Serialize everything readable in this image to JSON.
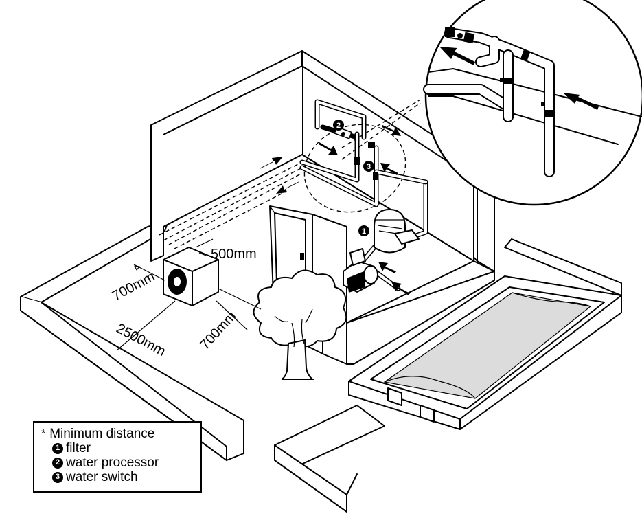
{
  "dimensions": {
    "heat_pump_to_wall_side": "700mm",
    "heat_pump_to_wall_back": "500mm",
    "heat_pump_front_clearance": "2500mm",
    "heat_pump_to_obstacle": "700mm"
  },
  "markers": {
    "filter": "1",
    "water_processor": "2",
    "water_switch": "3"
  },
  "legend": {
    "heading": "Minimum distance",
    "star": "*",
    "items": [
      {
        "num": "1",
        "label": "filter"
      },
      {
        "num": "2",
        "label": "water processor"
      },
      {
        "num": "3",
        "label": "water switch"
      }
    ]
  },
  "icons": [
    "arrow-icon",
    "badge-icon",
    "tree-icon",
    "heat-pump-icon",
    "filter-tank-icon",
    "pump-icon",
    "valve-icon"
  ]
}
